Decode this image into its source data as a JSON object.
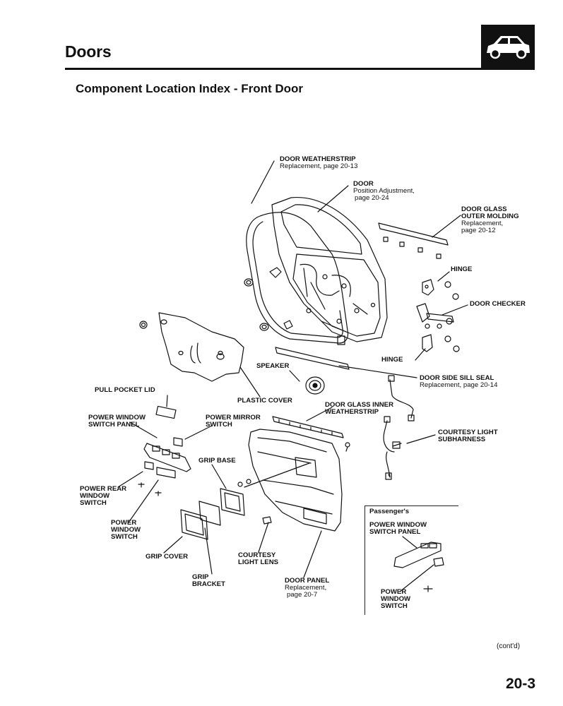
{
  "header": {
    "title": "Doors",
    "section_title": "Component Location Index - Front Door",
    "badge_icon": "car-icon"
  },
  "labels": {
    "door_weatherstrip": {
      "name": "DOOR WEATHERSTRIP",
      "ref": "Replacement, page 20-13"
    },
    "door": {
      "name": "DOOR",
      "ref1": "Position Adjustment,",
      "ref2": "page 20-24"
    },
    "door_glass_outer": {
      "name1": "DOOR GLASS",
      "name2": "OUTER MOLDING",
      "ref1": "Replacement,",
      "ref2": "page 20-12"
    },
    "hinge_upper": "HINGE",
    "door_checker": "DOOR CHECKER",
    "hinge_lower": "HINGE",
    "door_side_sill_seal": {
      "name": "DOOR SIDE SILL SEAL",
      "ref": "Replacement, page 20-14"
    },
    "speaker": "SPEAKER",
    "plastic_cover": "PLASTIC COVER",
    "pull_pocket_lid": "PULL POCKET LID",
    "door_glass_inner": {
      "name1": "DOOR GLASS INNER",
      "name2": "WEATHERSTRIP"
    },
    "power_window_switch_panel": {
      "name1": "POWER WINDOW",
      "name2": "SWITCH PANEL"
    },
    "power_mirror_switch": {
      "name1": "POWER MIRROR",
      "name2": "SWITCH"
    },
    "courtesy_light_subharness": {
      "name1": "COURTESY LIGHT",
      "name2": "SUBHARNESS"
    },
    "grip_base": "GRIP BASE",
    "power_rear_window_switch": {
      "name1": "POWER REAR",
      "name2": "WINDOW",
      "name3": "SWITCH"
    },
    "power_window_switch": {
      "name1": "POWER",
      "name2": "WINDOW",
      "name3": "SWITCH"
    },
    "grip_cover": "GRIP COVER",
    "courtesy_light_lens": {
      "name1": "COURTESY",
      "name2": "LIGHT LENS"
    },
    "grip_bracket": {
      "name1": "GRIP",
      "name2": "BRACKET"
    },
    "door_panel": {
      "name": "DOOR PANEL",
      "ref1": "Replacement,",
      "ref2": "page 20-7"
    }
  },
  "passenger": {
    "heading": "Passenger's",
    "panel": {
      "name1": "POWER WINDOW",
      "name2": "SWITCH PANEL"
    },
    "switch": {
      "name1": "POWER",
      "name2": "WINDOW",
      "name3": "SWITCH"
    }
  },
  "footer": {
    "continued": "(cont'd)",
    "page_number": "20-3"
  }
}
